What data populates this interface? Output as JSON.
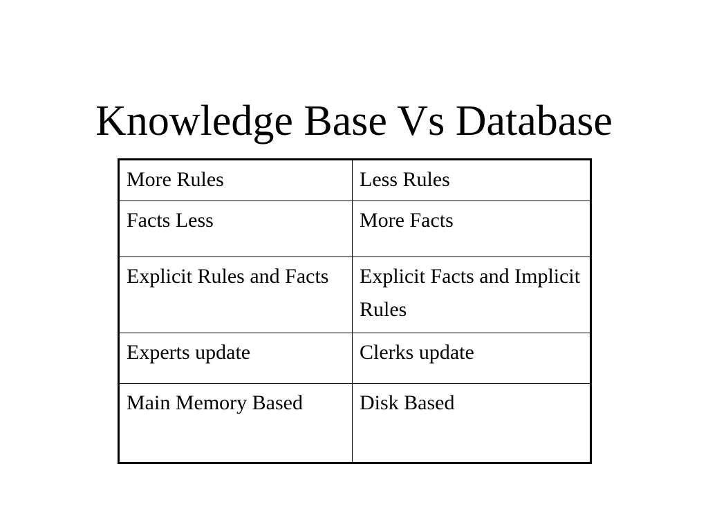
{
  "slide": {
    "title": "Knowledge Base Vs Database",
    "background_color": "#ffffff",
    "text_color": "#000000"
  },
  "table": {
    "border_color": "#000000",
    "columns": [
      {
        "key": "knowledge_base",
        "header_shown": false
      },
      {
        "key": "database",
        "header_shown": false
      }
    ],
    "rows": [
      {
        "knowledge_base": "More Rules",
        "database": "Less Rules"
      },
      {
        "knowledge_base": "Facts Less",
        "database": "More Facts"
      },
      {
        "knowledge_base": "Explicit Rules and Facts",
        "database": "Explicit Facts and Implicit Rules"
      },
      {
        "knowledge_base": "Experts update",
        "database": "Clerks update"
      },
      {
        "knowledge_base": "Main Memory Based",
        "database": "Disk Based"
      }
    ]
  }
}
